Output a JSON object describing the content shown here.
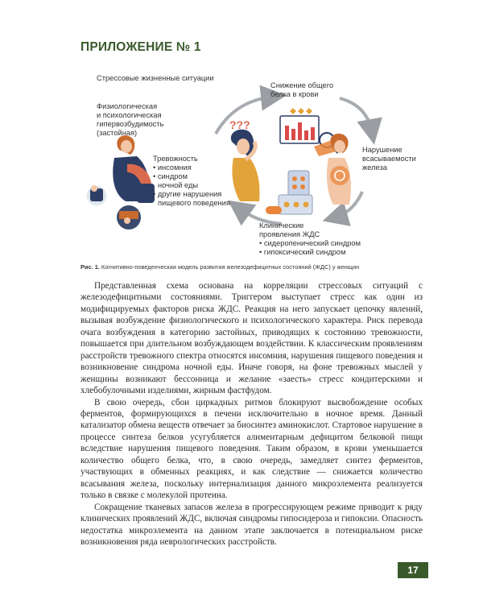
{
  "header": {
    "title": "ПРИЛОЖЕНИЕ № 1"
  },
  "figure": {
    "labels": {
      "stress": "Стрессовые жизненные ситуации",
      "physio_1": "Физиологическая",
      "physio_2": "и психологическая",
      "physio_3": "гипервозбудимость",
      "physio_4": "(застойная)",
      "anxiety_title": "Тревожность",
      "anxiety_1": "• инсомния",
      "anxiety_2": "• синдром",
      "anxiety_3": "ночной еды",
      "anxiety_4": "• другие нарушения",
      "anxiety_5": "пищевого поведения",
      "protein_1": "Снижение общего",
      "protein_2": "белка в крови",
      "iron_1": "Нарушение",
      "iron_2": "всасываемости",
      "iron_3": "железа",
      "clinical_1": "Клинические",
      "clinical_2": "проявления ЖДС",
      "clinical_3": "• сидеропенический синдром",
      "clinical_4": "• гипоксический синдром",
      "question_marks": "???"
    },
    "caption_prefix": "Рис. 1.",
    "caption_text": " Когнитивно-поведенческая модель развития железодефицитных состояний (ЖДС) у женщин"
  },
  "body": {
    "paragraphs": [
      "Представленная схема основана на корреляции стрессовых ситуаций с железодефицитными состояниями. Триггером выступает стресс как один из модифицируемых факторов риска ЖДС. Реакция на него запускает цепочку явлений, вызывая возбуждение физиологического и психологического характера. Риск перевода очага возбуждения в категорию застойных, приводящих к состоянию тревожности, повышается при длительном возбуждающем воздействии. К классическим проявлениям расстройств тревожного спектра относятся инсомния, нарушения пищевого поведения и возникновение синдрома ночной еды. Иначе говоря, на фоне тревожных мыслей у женщины возникают бессонница и желание «заесть» стресс кондитерскими и хлебобулочными изделиями, жирным фастфудом.",
      "В свою очередь, сбои циркадных ритмов блокируют высвобождение особых ферментов, формирующихся в печени исключительно в ночное время. Данный катализатор обмена веществ отвечает за биосинтез аминокислот. Стартовое нарушение в процессе синтеза белков усугубляется алиментарным дефицитом белковой пищи вследствие нарушения пищевого поведения. Таким образом, в крови уменьшается количество общего белка, что, в свою очередь, замедляет синтез ферментов, участвующих в обменных реакциях, и как следствие — снижается количество всасывания железа, поскольку интернализация данного микроэлемента реализуется только в связке с молекулой протеина.",
      "Сокращение тканевых запасов железа в прогрессирующем режиме приводит к ряду клинических проявлений ЖДС, включая синдромы гипосидероза и гипоксии. Опасность недостатка микроэлемента на данном этапе заключается в потенциальном риске возникновения ряда неврологических расстройств."
    ]
  },
  "footer": {
    "page_number": "17"
  },
  "colors": {
    "accent_green": "#3a5a2c",
    "arrow_gray": "#9a9ea3",
    "orange": "#e8853a",
    "navy": "#2d3e66"
  }
}
